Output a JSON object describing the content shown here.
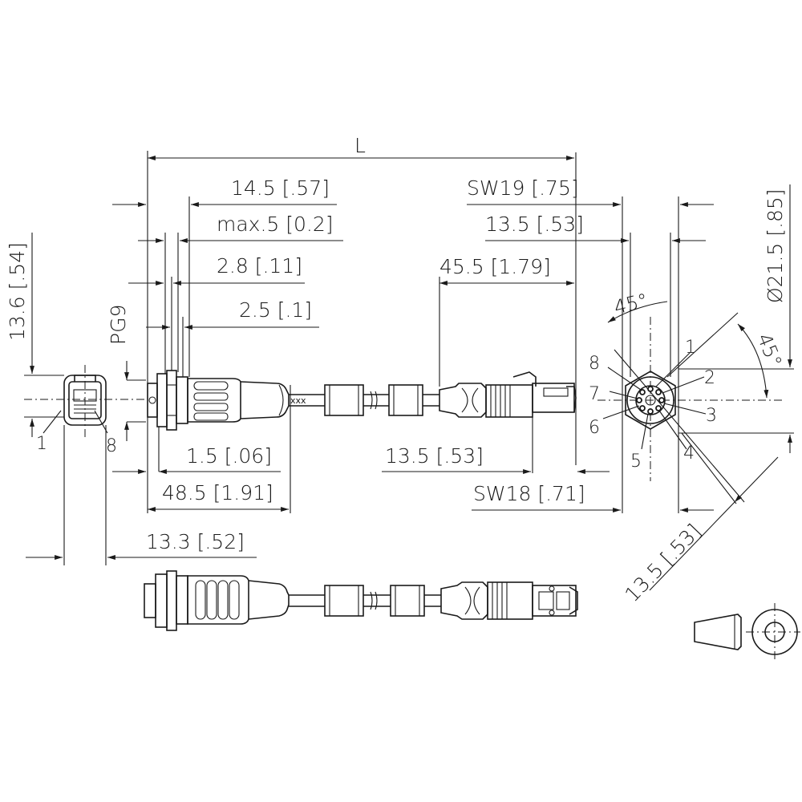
{
  "dimensions": {
    "overall_length": "L",
    "flange_width": "14.5 [.57]",
    "panel_max": "max.5 [0.2]",
    "dim_2_8": "2.8 [.11]",
    "dim_2_5": "2.5 [.1]",
    "thread": "PG9",
    "height_front": "13.6 [.54]",
    "dim_1_5": "1.5 [.06]",
    "dim_48_5": "48.5 [1.91]",
    "width_front": "13.3 [.52]",
    "wrench_19": "SW19 [.75]",
    "dim_13_5_top": "13.5 [.53]",
    "dim_45_5": "45.5 [1.79]",
    "dim_13_5_mid": "13.5 [.53]",
    "wrench_18": "SW18 [.71]",
    "diameter": "Ø21.5 [.85]",
    "angle_top": "45°",
    "angle_right": "45°",
    "dim_13_5_diag": "13.5 [.53]"
  },
  "front_pins": {
    "pin_1": "1",
    "pin_8": "8"
  },
  "face_pins": [
    "1",
    "2",
    "3",
    "4",
    "5",
    "6",
    "7",
    "8"
  ]
}
